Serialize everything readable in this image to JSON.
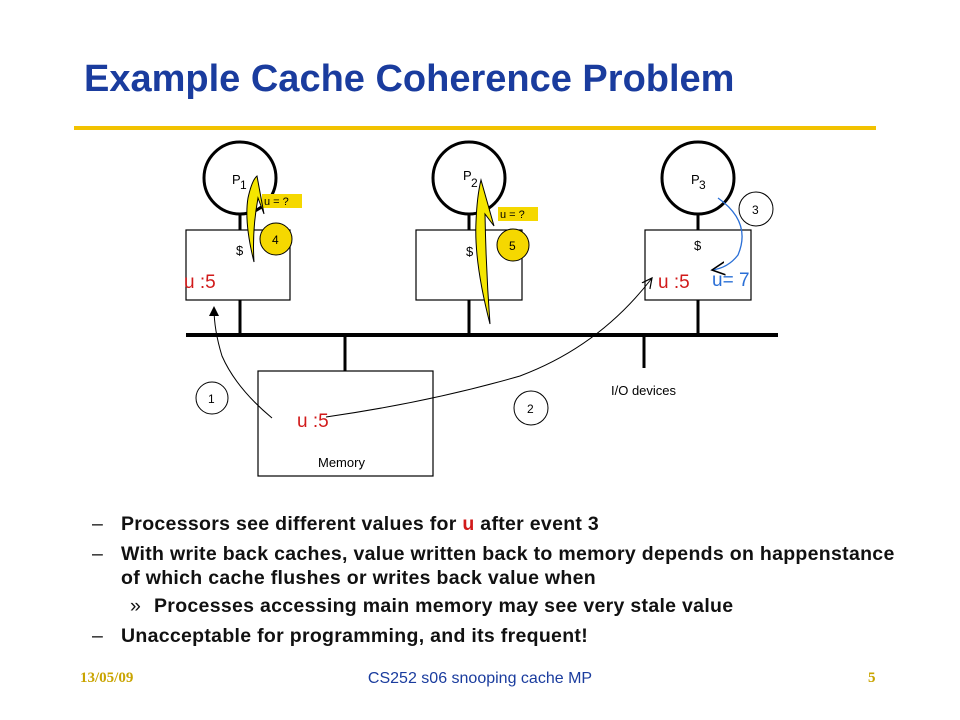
{
  "slide": {
    "title": "Example Cache Coherence Problem"
  },
  "diagram": {
    "processors": [
      {
        "label": "P",
        "sub": "1"
      },
      {
        "label": "P",
        "sub": "2"
      },
      {
        "label": "P",
        "sub": "3"
      }
    ],
    "cache_label": "$",
    "cache_values": {
      "p1": "u :5",
      "p3": "u :5",
      "p3_write": "u= 7"
    },
    "reads": {
      "p1_query": "u = ?",
      "p2_query": "u = ?"
    },
    "events": [
      "1",
      "2",
      "3",
      "4",
      "5"
    ],
    "memory": {
      "label": "Memory",
      "value": "u :5"
    },
    "io_label": "I/O devices"
  },
  "bullets": [
    {
      "mark": "–",
      "parts": [
        "Processors see different values for ",
        "u",
        " after event 3"
      ]
    },
    {
      "mark": "–",
      "text": "With write back caches, value written back to memory depends on happenstance of which cache flushes or writes back value when"
    },
    {
      "mark": "»",
      "text": "Processes accessing main memory may see very stale value"
    },
    {
      "mark": "–",
      "text": "Unacceptable for programming, and its frequent!"
    }
  ],
  "footer": {
    "date": "13/05/09",
    "course": "CS252 s06 snooping cache MP",
    "page": "5"
  },
  "colors": {
    "title": "#1a3c9e",
    "rule": "#f2c200",
    "value_red": "#d11a1a",
    "write_blue": "#2a6fd6",
    "event_yellow": "#f5d800"
  }
}
